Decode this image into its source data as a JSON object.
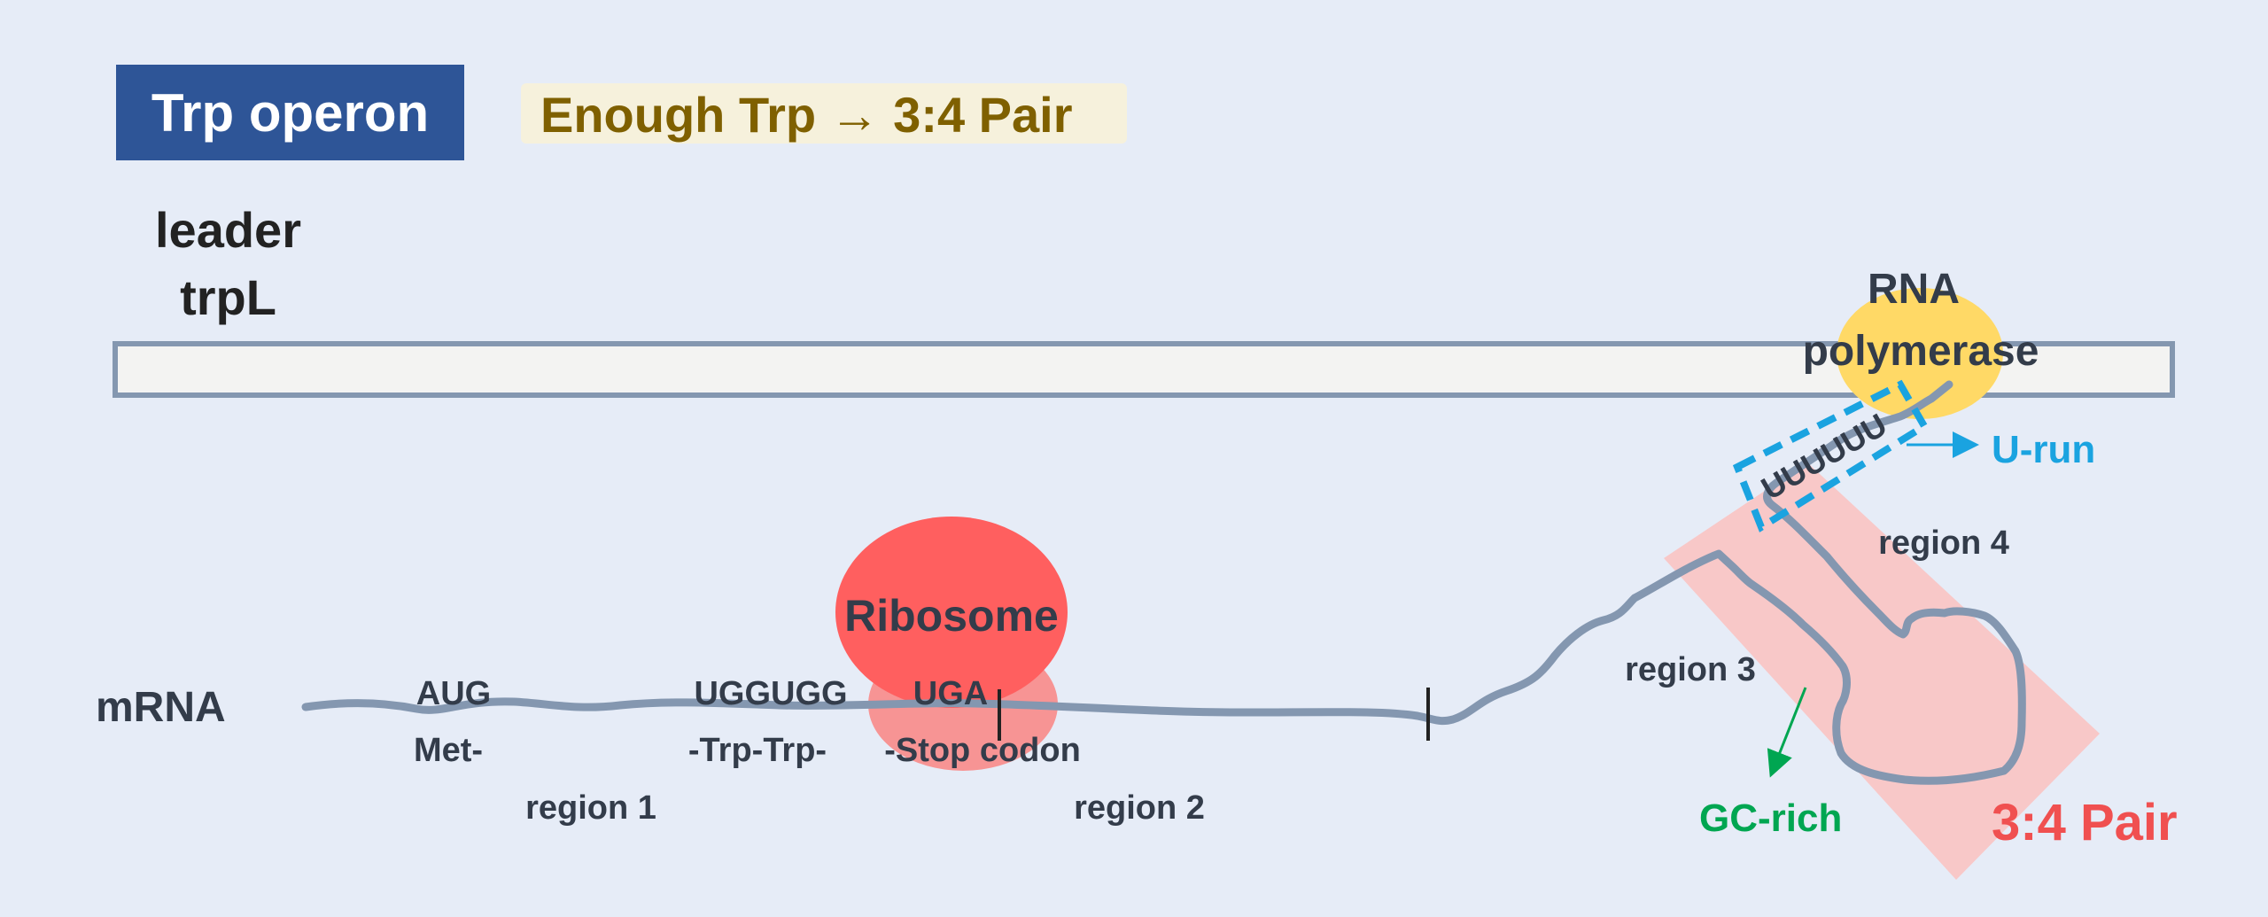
{
  "header": {
    "title": "Trp operon",
    "condition": "Enough Trp → 3:4 Pair"
  },
  "gene": {
    "line1": "leader",
    "line2": "trpL"
  },
  "polymerase": {
    "line1": "RNA",
    "line2": "polymerase"
  },
  "labels": {
    "mrna": "mRNA",
    "aug": "AUG",
    "met": "Met-",
    "uggugg": "UGGUGG",
    "trp_trp": "-Trp-Trp-",
    "uga": "UGA",
    "stop": "-Stop codon",
    "region1": "region 1",
    "region2": "region 2",
    "region3": "region 3",
    "region4": "region 4",
    "ribosome": "Ribosome",
    "urun_seq": "UUUUUU",
    "urun": "U-run",
    "gc_rich": "GC-rich",
    "pair": "3:4 Pair"
  },
  "colors": {
    "title_bg": "#2e5597",
    "condition_text": "#7f6000",
    "ribosome": "#ff5f5f",
    "ribosome_small": "#f79494",
    "polymerase": "#ffd966",
    "hairpin_box": "#f8c8c8",
    "mrna_line": "#8497b0",
    "urun": "#1aa3e0",
    "gc_rich": "#00a651",
    "pair": "#f05050"
  }
}
